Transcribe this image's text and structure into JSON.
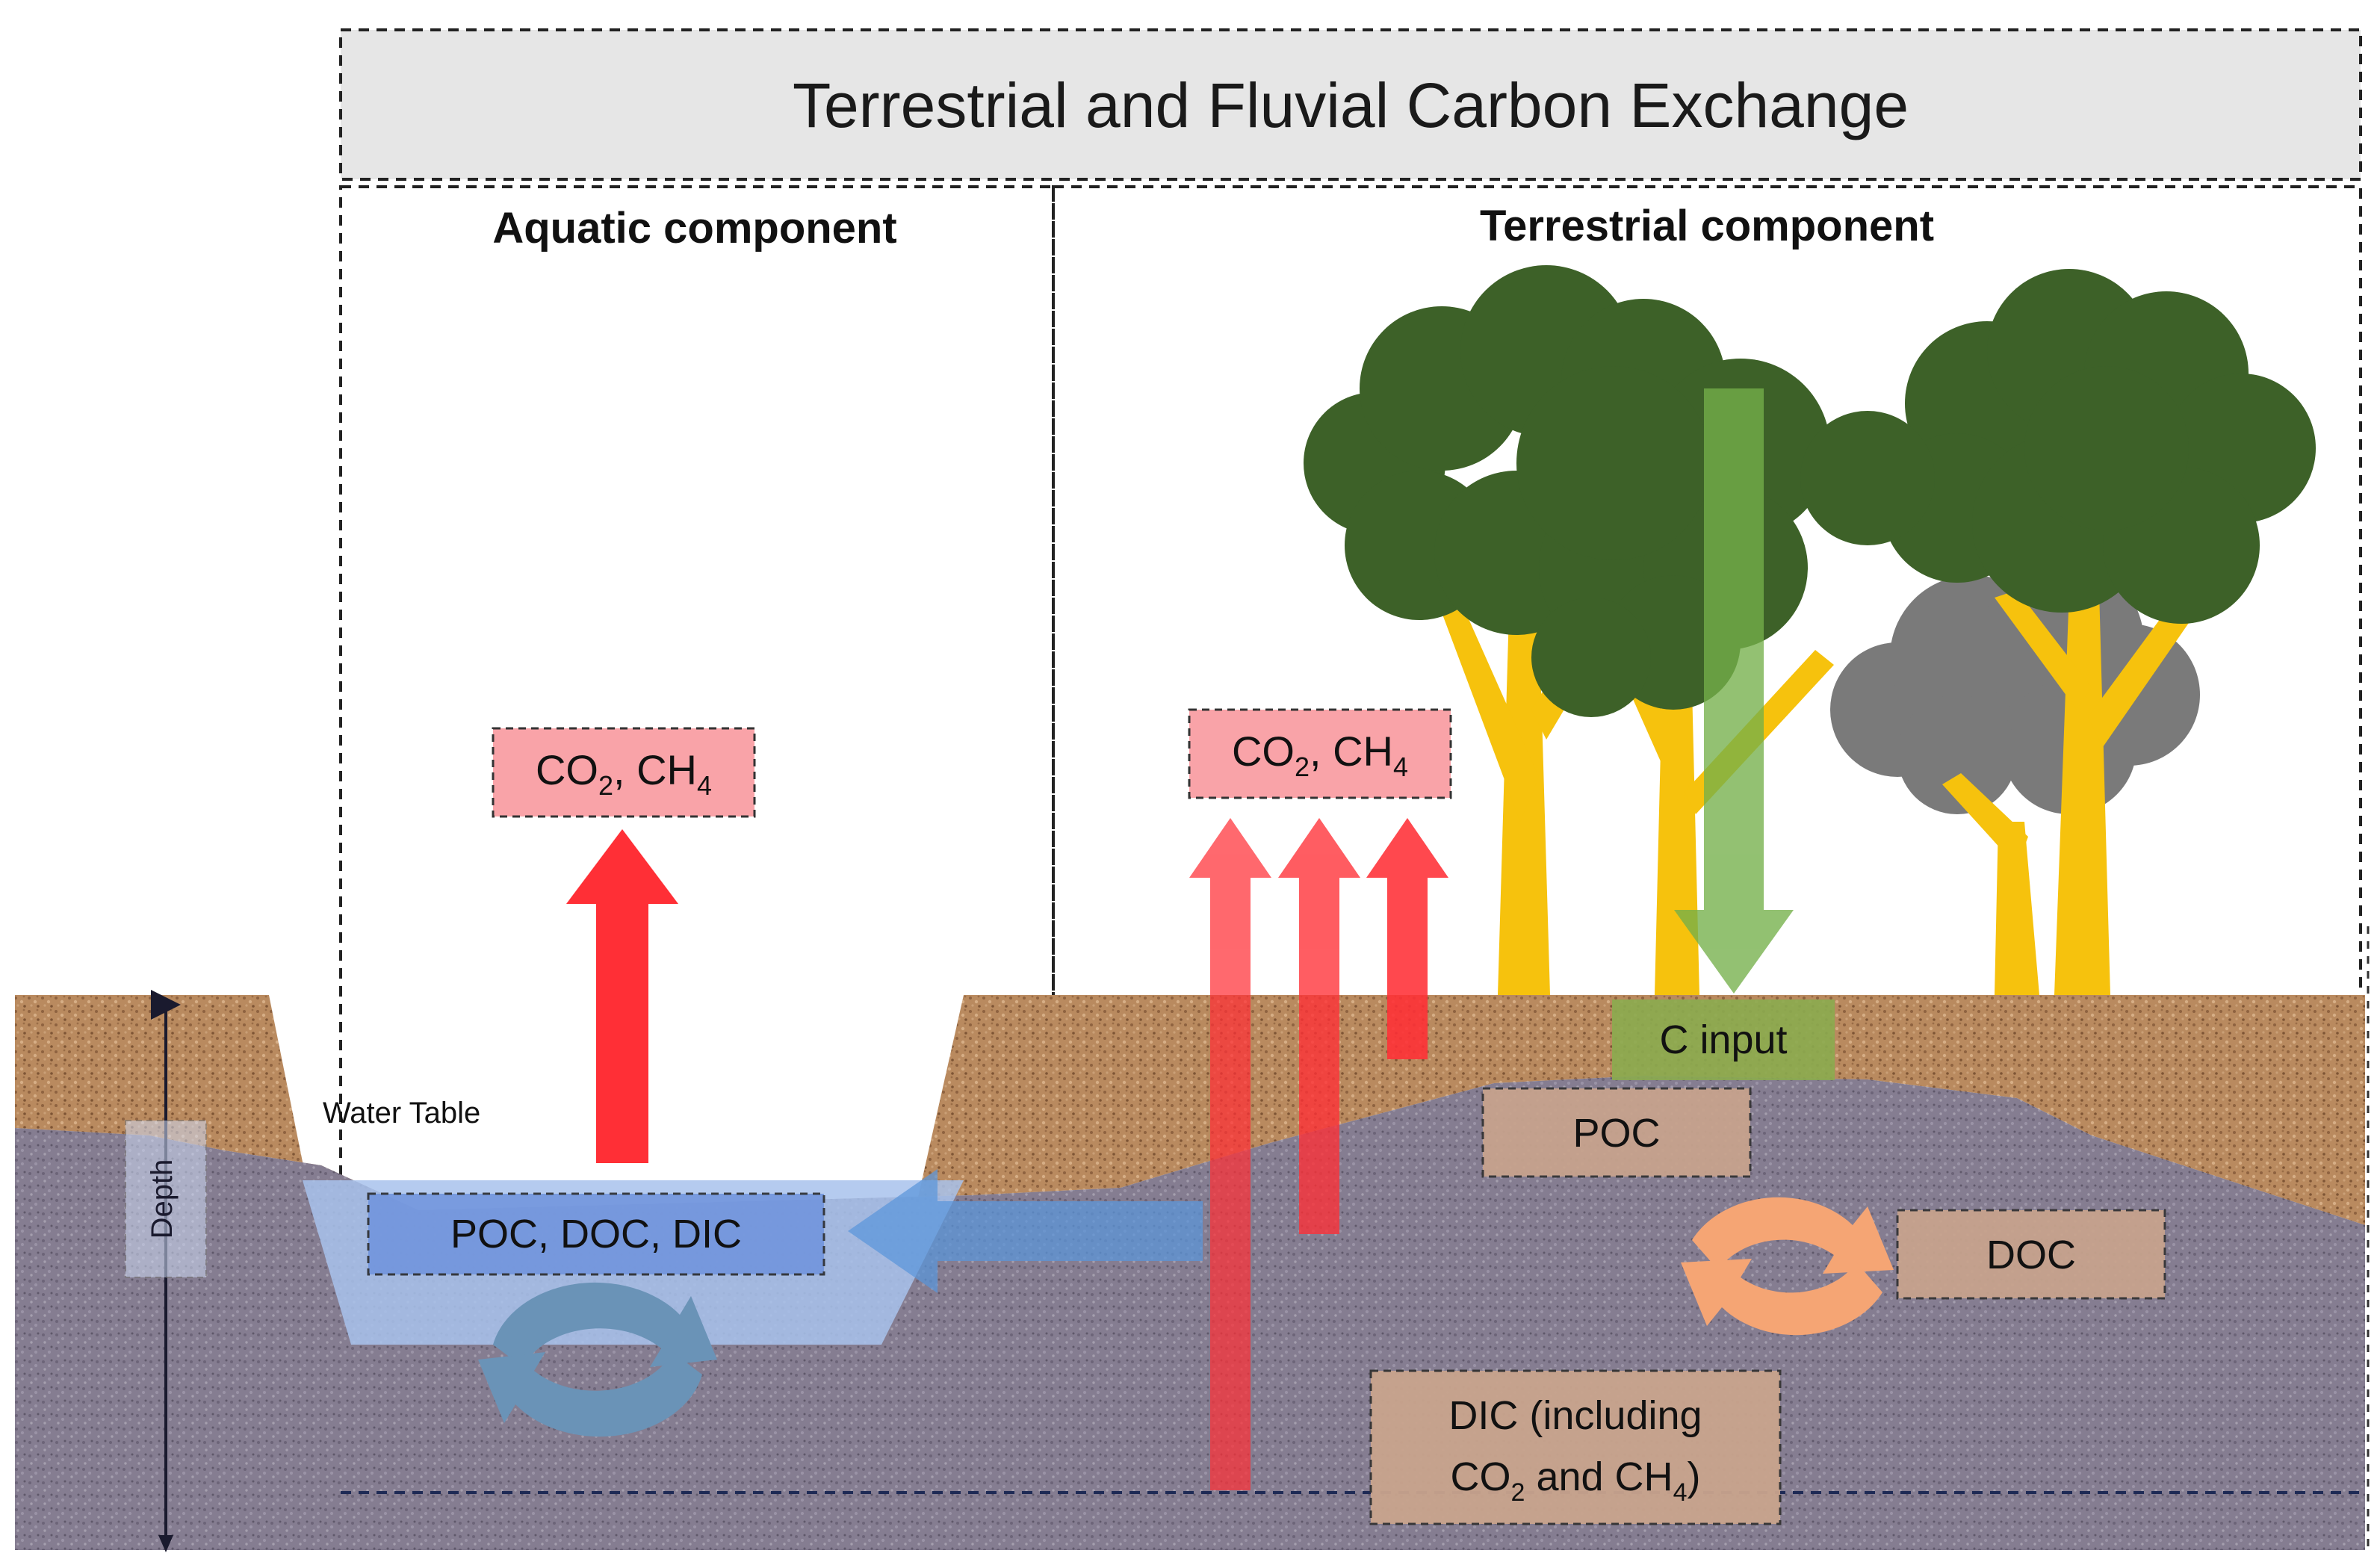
{
  "title": "Terrestrial and Fluvial Carbon Exchange",
  "panels": {
    "aquatic": "Aquatic component",
    "terrestrial": "Terrestrial component"
  },
  "labels": {
    "water_table": "Water Table",
    "depth": "Depth",
    "aquatic_gas": {
      "a": "CO",
      "a_sub": "2",
      "b": ", CH",
      "b_sub": "4"
    },
    "terrestrial_gas": {
      "a": "CO",
      "a_sub": "2",
      "b": ", CH",
      "b_sub": "4"
    },
    "aquatic_pool": "POC, DOC, DIC",
    "c_input": "C input",
    "poc": "POC",
    "doc": "DOC",
    "dic_line1": "DIC (including",
    "dic_line2": {
      "a": "CO",
      "a_sub": "2",
      "b": " and CH",
      "b_sub": "4",
      "c": ")"
    }
  },
  "colors": {
    "soil_top": "#b98a5f",
    "soil_bottom": "#857d91",
    "water": "#a8c2ec",
    "co2_box": "#f9a3a8",
    "co2_arrow": "#ff2f36",
    "canopy": "#3d6128",
    "trunk": "#f6c20d",
    "c_input": "#8bab4f",
    "carbon_box": "#c9a48d",
    "lateral_arrow": "#5a96db",
    "aquatic_cycle": "#6a93b7",
    "terrestrial_cycle": "#f5a574",
    "smoke": "#7a7a7a"
  }
}
